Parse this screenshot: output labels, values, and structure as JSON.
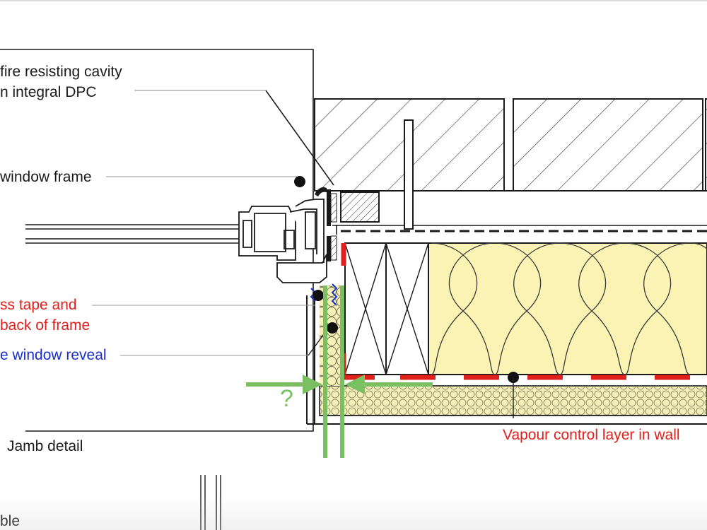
{
  "labels": {
    "cavity_barrier_line1": "fire resisting cavity",
    "cavity_barrier_line2": "n integral DPC",
    "window_frame": "window frame",
    "tape_line1": "ss tape and",
    "tape_line2": "back of frame",
    "window_reveal": "e window reveal",
    "jamb_detail": "Jamb detail",
    "vapour_control": "Vapour control layer in wall",
    "question": "?",
    "bottom_fragment": "ble"
  },
  "colors": {
    "line": "#1a1a1a",
    "insulation_fill": "#fbf3b4",
    "mineral_wool_fill": "#f6f0b8",
    "vapour_layer": "#e0201c",
    "reveal_seal": "#1a2fd0",
    "dimension_arrows": "#7bbf63",
    "hatch": "#333333"
  }
}
